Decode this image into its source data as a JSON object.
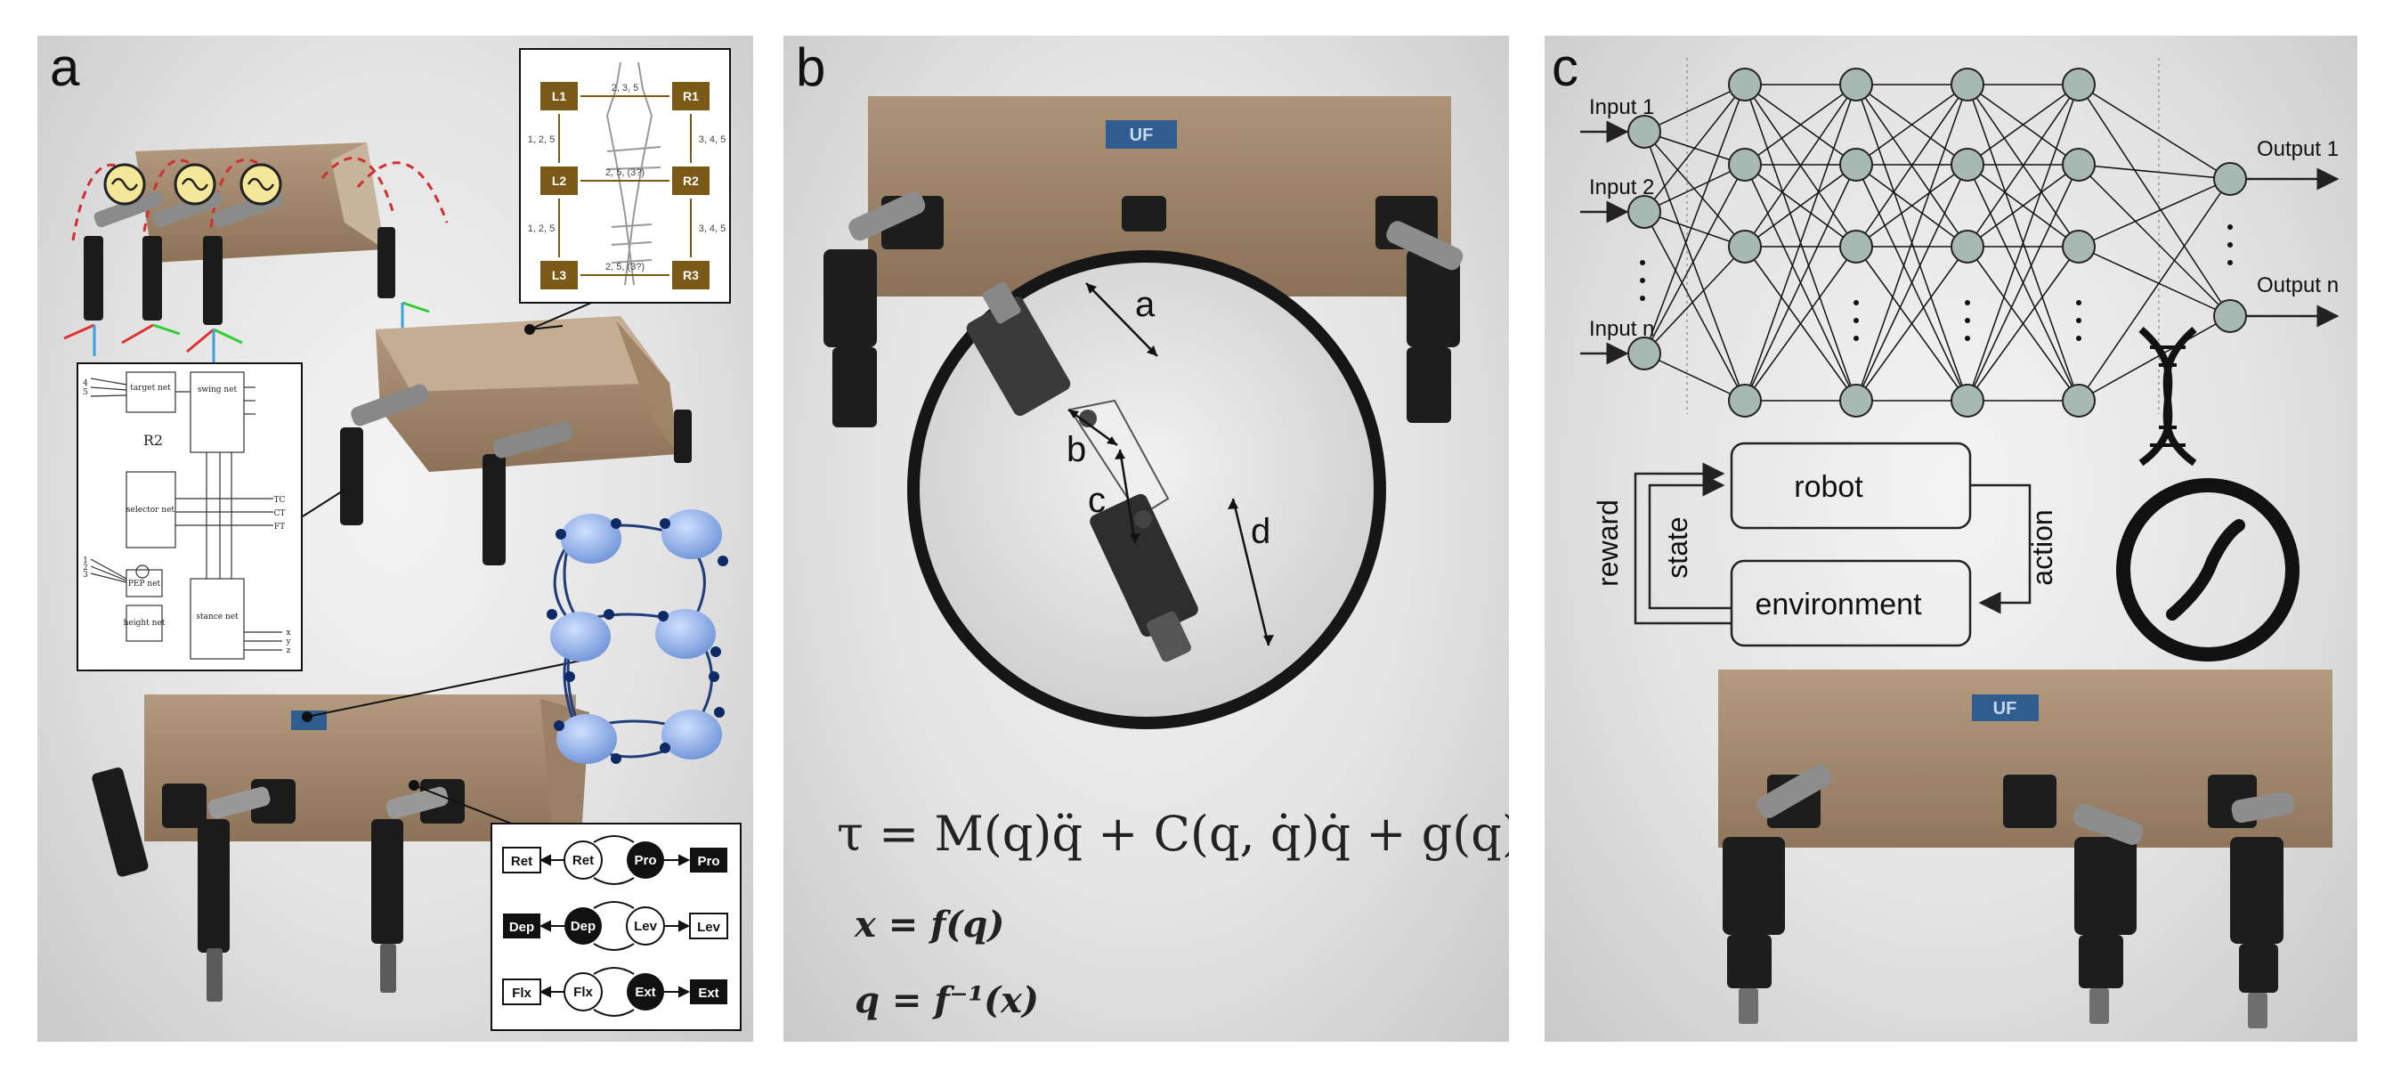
{
  "panels": {
    "a": {
      "label": "a",
      "leg_diagram": {
        "legs_left": [
          "L1",
          "L2",
          "L3"
        ],
        "legs_right": [
          "R1",
          "R2",
          "R3"
        ],
        "links_top": "2, 3, 5",
        "links_mid1_left": "1, 2, 5",
        "links_mid1_right": "3, 4, 5",
        "links_mid_row": "2, 5, (3?)",
        "links_mid2_left": "1, 2, 5",
        "links_mid2_right": "3, 4, 5",
        "links_bottom": "2, 5, (3?)"
      },
      "network_box": {
        "title": "R2",
        "blocks": [
          "target net",
          "swing net",
          "selector net",
          "PEP net",
          "height net",
          "stance net"
        ],
        "outputs": [
          "TC",
          "CT",
          "FT"
        ],
        "left_inputs": [
          "1",
          "2",
          "3"
        ],
        "top_inputs": [
          "4",
          "5"
        ],
        "bottom_inputs": [
          "x",
          "y",
          "z"
        ]
      },
      "cpg_table": [
        [
          "Ret",
          "Ret",
          "Pro",
          "Pro"
        ],
        [
          "Dep",
          "Dep",
          "Lev",
          "Lev"
        ],
        [
          "Flx",
          "Flx",
          "Ext",
          "Ext"
        ]
      ]
    },
    "b": {
      "label": "b",
      "segment_labels": [
        "a",
        "b",
        "c",
        "d"
      ],
      "equation_main": "τ = M(q)q̈ + C(q, q̇)q̇ + g(q)",
      "equation_fk": "x = f(q)",
      "equation_ik": "q = f⁻¹(x)",
      "logo": "UF"
    },
    "c": {
      "label": "c",
      "inputs": [
        "Input 1",
        "Input 2",
        "Input n"
      ],
      "outputs": [
        "Output 1",
        "Output n"
      ],
      "rl_loop": {
        "agent": "robot",
        "env": "environment",
        "reward": "reward",
        "state": "state",
        "action": "action"
      },
      "logo": "UF"
    }
  }
}
